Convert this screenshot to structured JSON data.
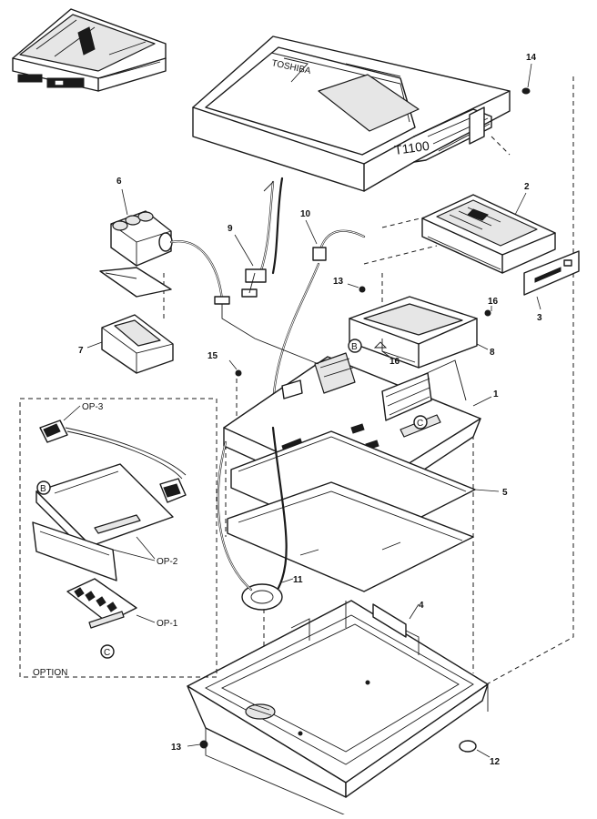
{
  "product_text": {
    "brand": "TOSHIBA",
    "model": "T1100"
  },
  "callouts": {
    "battery": "6",
    "cable": "9",
    "battery_bracket": "7",
    "connector_cable": "10",
    "floppy_drive": "2",
    "drive_panel": "3",
    "drive_bracket": "8",
    "screw_top": "13",
    "screw_bottom": "13",
    "screw_right": "16",
    "screw_mid": "16",
    "screw_left": "15",
    "rubber_top": "14",
    "main_board": "1",
    "insulator": "5",
    "speaker": "11",
    "bottom_case": "4",
    "foot": "12",
    "marker_b": "B",
    "marker_c": "C"
  },
  "option": {
    "title": "OPTION",
    "op3": "OP-3",
    "op2": "OP-2",
    "op1": "OP-1",
    "marker_b": "B",
    "marker_c": "C"
  }
}
